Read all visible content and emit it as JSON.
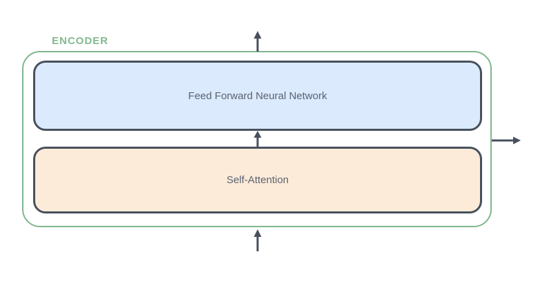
{
  "encoder": {
    "label": "ENCODER",
    "blocks": [
      {
        "id": "feed-forward-neural-network",
        "label": "Feed Forward Neural Network"
      },
      {
        "id": "self-attention",
        "label": "Self-Attention"
      }
    ],
    "arrows": [
      {
        "id": "input-arrow-bottom",
        "direction": "up"
      },
      {
        "id": "connector-arrow-middle",
        "direction": "up"
      },
      {
        "id": "output-arrow-top",
        "direction": "up"
      },
      {
        "id": "output-arrow-right",
        "direction": "right"
      }
    ],
    "colors": {
      "background": "#ffffff",
      "encoder_border": "#7fb68c",
      "encoder_label": "#83b98f",
      "block_border": "#47505c",
      "block_text": "#5a6270",
      "arrow": "#47505c",
      "feed_forward_fill": "#dbeafd",
      "self_attention_fill": "#fdebd9"
    }
  }
}
